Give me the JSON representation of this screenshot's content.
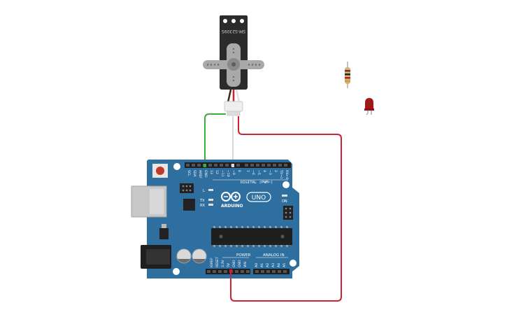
{
  "servo": {
    "model_label": "SM-S2309S"
  },
  "arduino": {
    "logo_text": "ARDUINO",
    "model_text": "UNO",
    "digital_label": "DIGITAL (PWM~)",
    "power_label": "POWER",
    "analog_label": "ANALOG IN",
    "on_label": "ON",
    "tx_label": "TX",
    "rx_label": "RX",
    "l_label": "L",
    "top_header_pins": [
      "SCL",
      "SDA",
      "AREF",
      "GND",
      "13",
      "12",
      "~11",
      "~10",
      "~9",
      "8",
      "7",
      "~6",
      "~5",
      "4",
      "~3",
      "2",
      "TX→1",
      "RX←0"
    ],
    "power_pins": [
      "IOREF",
      "RESET",
      "3.3V",
      "5V",
      "GND",
      "GND",
      "VIN"
    ],
    "analog_pins": [
      "A0",
      "A1",
      "A2",
      "A3",
      "A4",
      "A5"
    ]
  },
  "colors": {
    "board": "#2f6f9f",
    "board_dark": "#245a83",
    "wire_green": "#3cae3c",
    "wire_red": "#cc2233",
    "wire_white": "#d9d9d9",
    "servo_body": "#2b2b2b",
    "servo_horn": "#a9a9a9",
    "led_red": "#a01818"
  }
}
